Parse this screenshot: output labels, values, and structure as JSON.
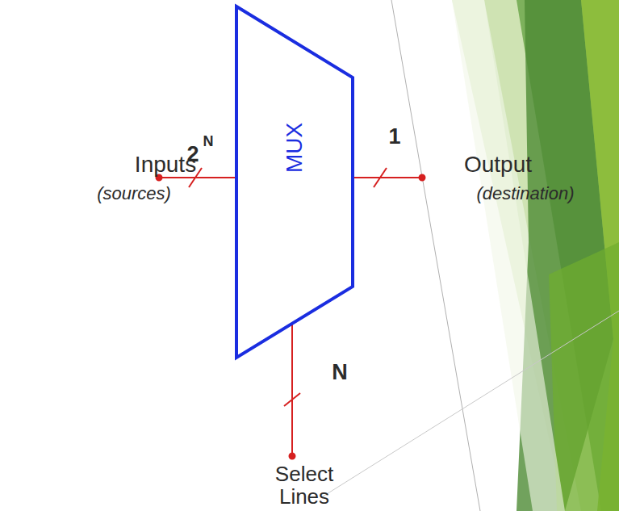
{
  "diagram": {
    "nodes": [
      {
        "text": [
          "MUX"
        ]
      }
    ],
    "labels": [
      "Inputs",
      "(sources)",
      "2",
      "N",
      "1",
      "Output",
      "(destination)",
      "N",
      "Select Lines"
    ]
  }
}
